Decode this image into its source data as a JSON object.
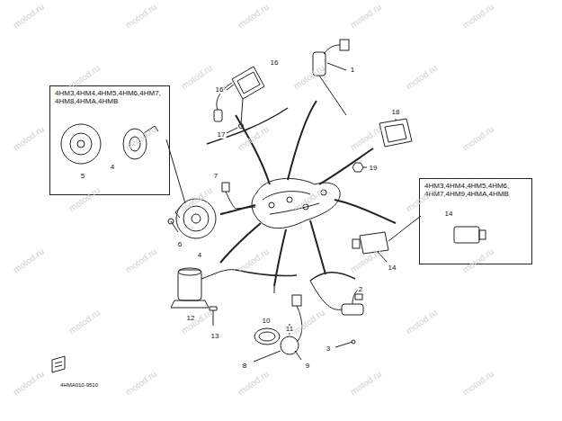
{
  "diagram": {
    "nodes": [
      {
        "text": [
          "4HM3,4HM4,4HM5,4HM6,4HM7, 4HM8,4HMA,4HMB"
        ]
      },
      {
        "text": [
          "4HM3,4HM4,4HM5,4HM6, 4HM7,4HM9,4HMA,4HMB"
        ]
      }
    ],
    "labels": [
      "1",
      "16",
      "16",
      "17",
      "18",
      "19",
      "5",
      "4",
      "7",
      "6",
      "4",
      "14",
      "14",
      "2",
      "3",
      "12",
      "13",
      "10",
      "11",
      "8",
      "9",
      "4HMA010-9510",
      "motod.ru",
      "motod.ru",
      "motod.ru",
      "motod.ru",
      "motod.ru",
      "motod.ru",
      "motod.ru",
      "motod.ru",
      "motod.ru",
      "motod.ru",
      "motod.ru",
      "motod.ru",
      "motod.ru",
      "motod.ru",
      "motod.ru",
      "motod.ru",
      "motod.ru",
      "motod.ru",
      "motod.ru",
      "motod.ru",
      "motod.ru",
      "motod.ru",
      "motod.ru",
      "motod.ru",
      "motod.ru",
      "motod.ru",
      "motod.ru",
      "motod.ru",
      "motod.ru",
      "motod.ru",
      "motod.ru",
      "motod.ru"
    ]
  }
}
